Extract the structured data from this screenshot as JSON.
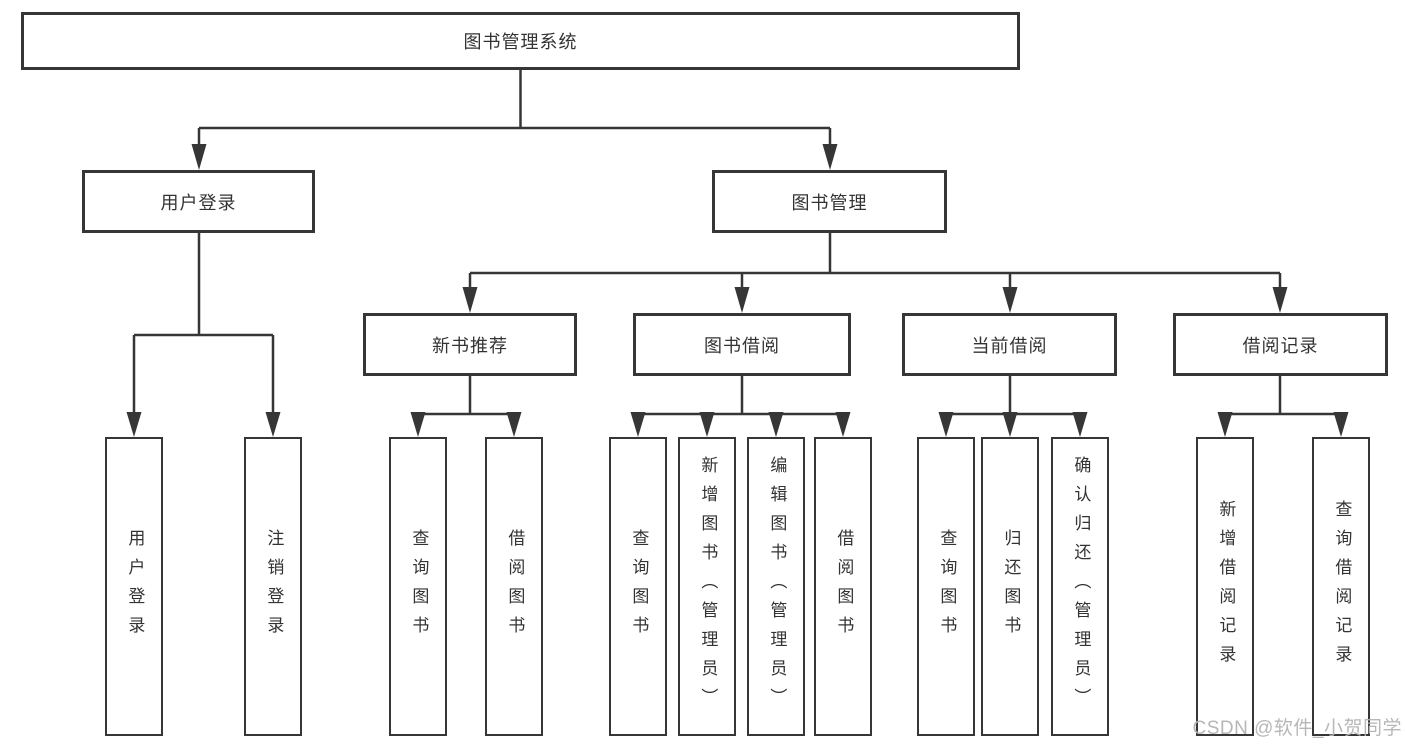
{
  "tree": {
    "root": {
      "label": "图书管理系统"
    },
    "branches": [
      {
        "label": "用户登录"
      },
      {
        "label": "图书管理"
      }
    ],
    "modules": [
      {
        "label": "新书推荐"
      },
      {
        "label": "图书借阅"
      },
      {
        "label": "当前借阅"
      },
      {
        "label": "借阅记录"
      }
    ],
    "leaves": [
      {
        "label": "用户登录"
      },
      {
        "label": "注销登录"
      },
      {
        "label": "查询图书"
      },
      {
        "label": "借阅图书"
      },
      {
        "label": "查询图书"
      },
      {
        "label": "新增图书（管理员）"
      },
      {
        "label": "编辑图书（管理员）"
      },
      {
        "label": "借阅图书"
      },
      {
        "label": "查询图书"
      },
      {
        "label": "归还图书"
      },
      {
        "label": "确认归还（管理员）"
      },
      {
        "label": "新增借阅记录"
      },
      {
        "label": "查询借阅记录"
      }
    ]
  },
  "watermark": {
    "text": "CSDN @软件_小贺同学"
  },
  "colors": {
    "line": "#363636",
    "text": "#333333",
    "watermark": "#b4b4b4",
    "background": "#ffffff"
  }
}
